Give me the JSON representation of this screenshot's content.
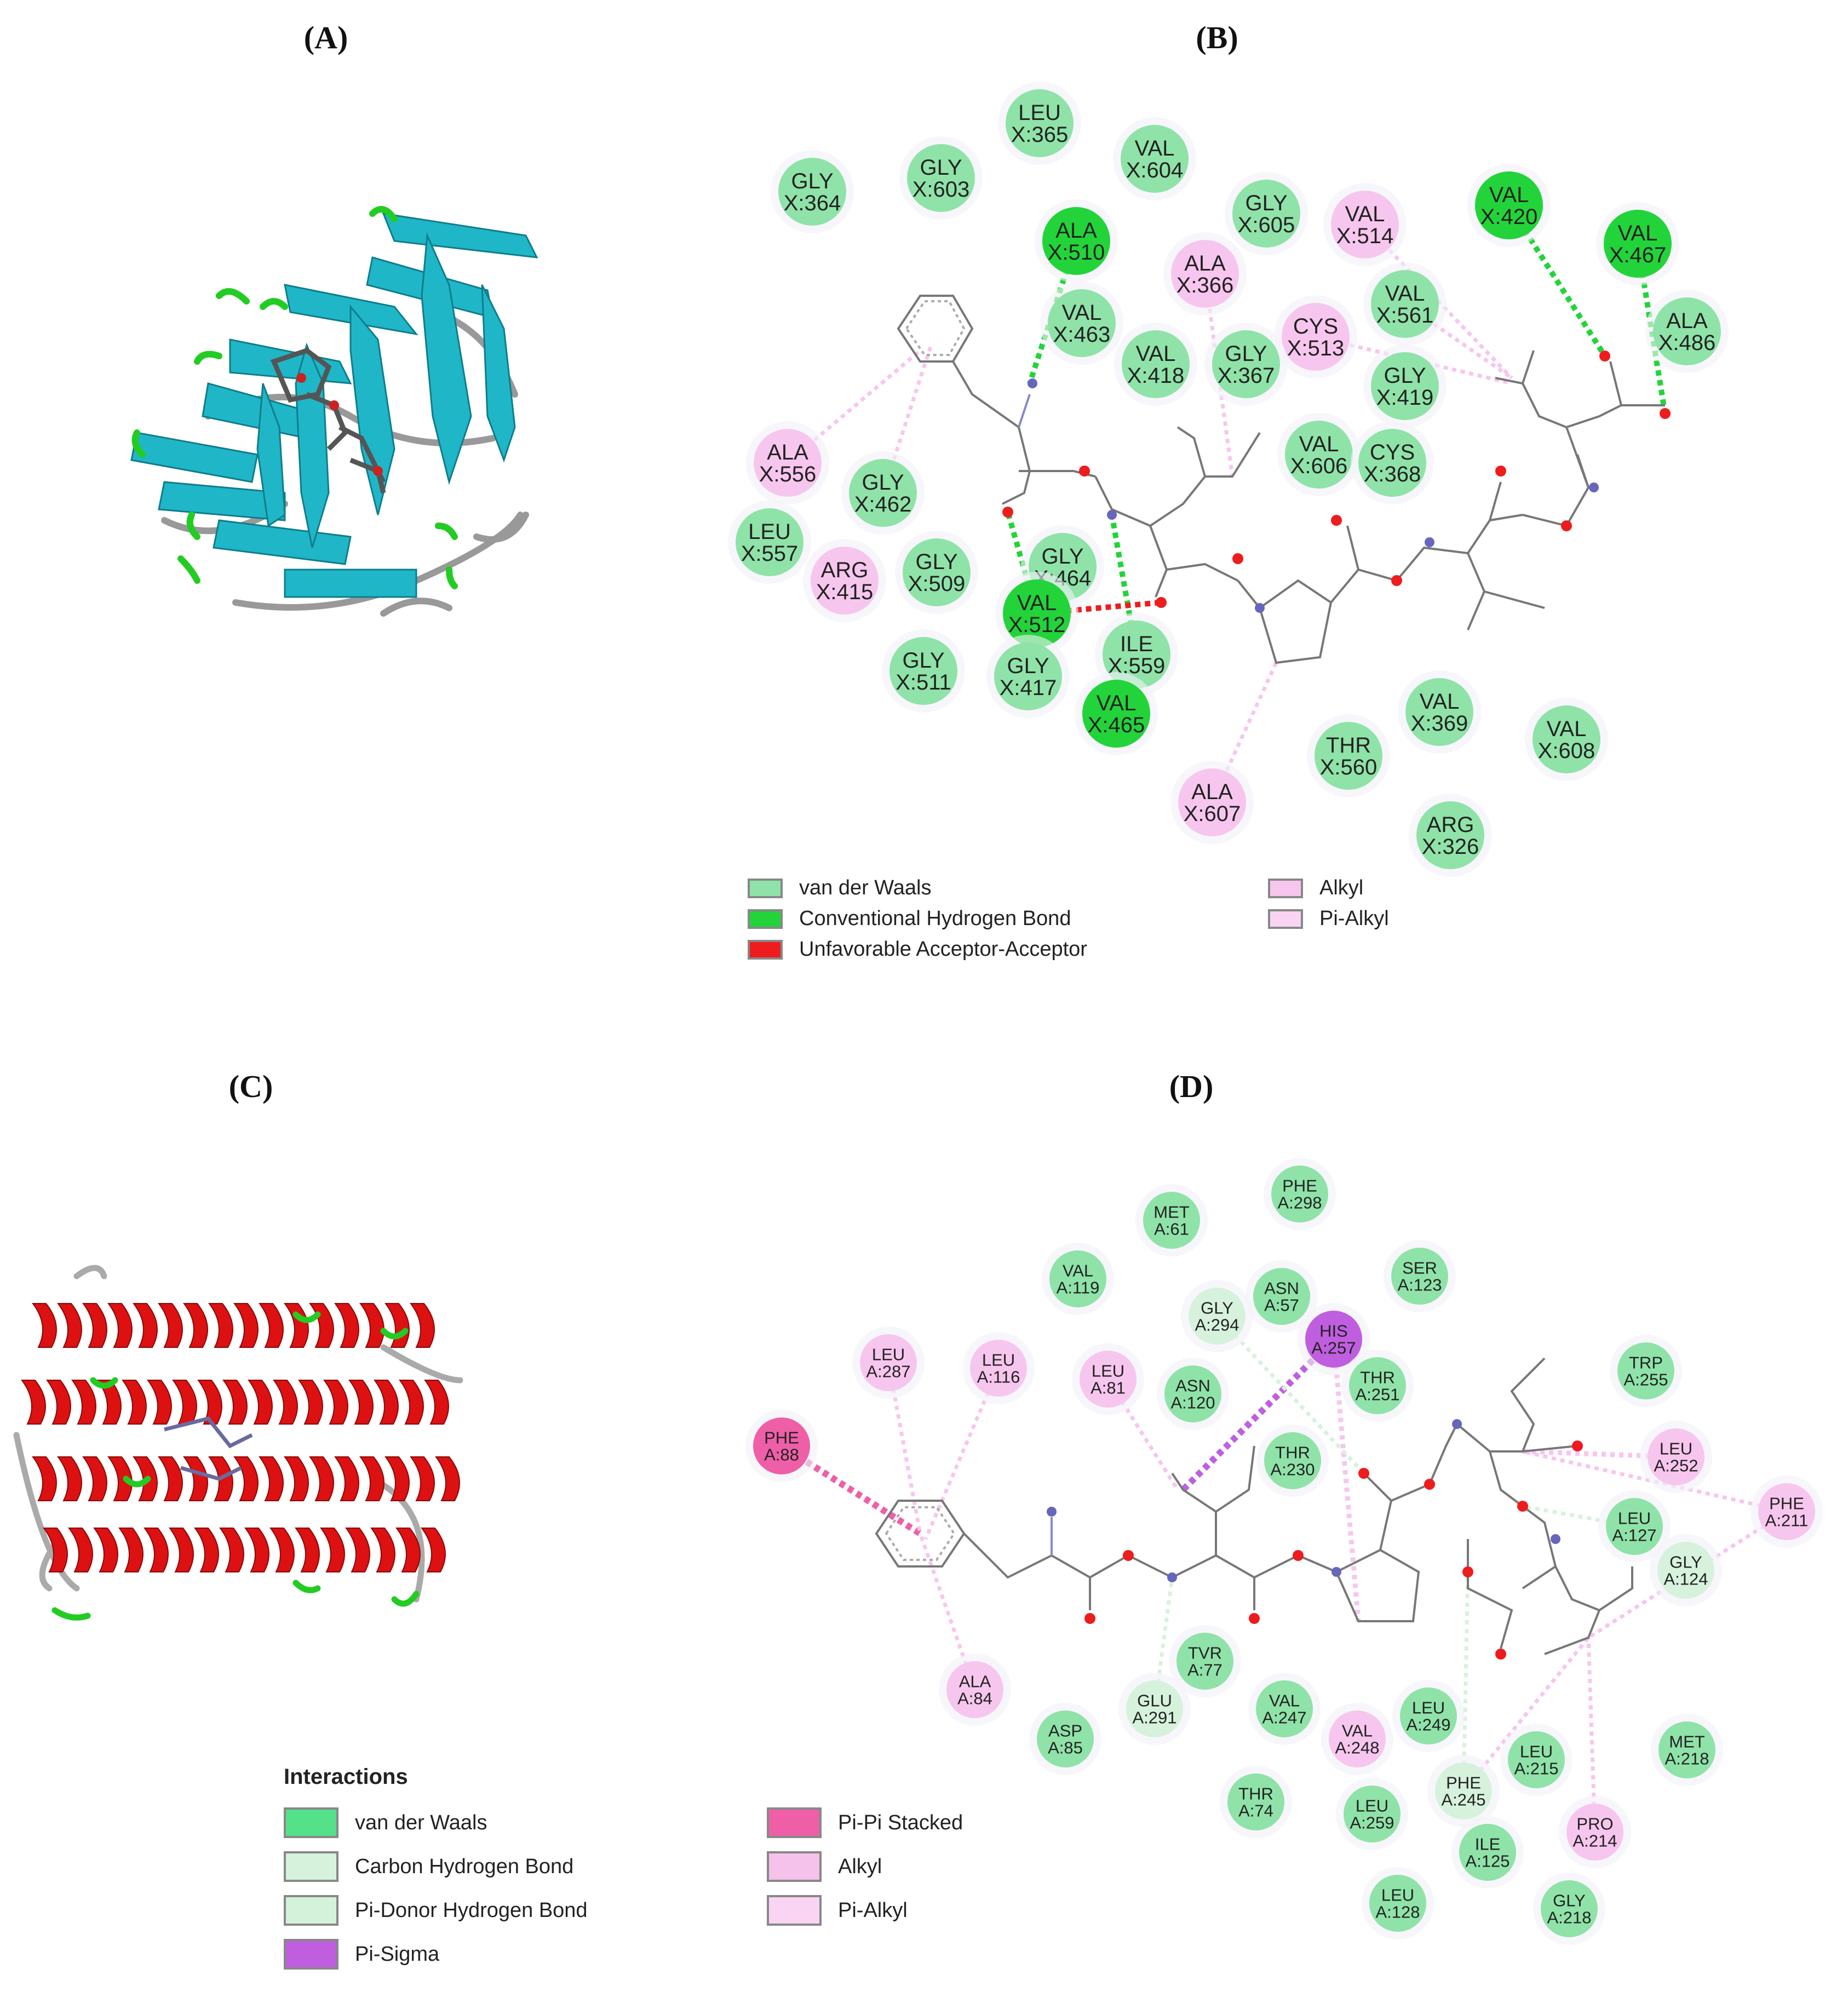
{
  "panels": {
    "a": {
      "label": "(A)"
    },
    "b": {
      "label": "(B)"
    },
    "c": {
      "label": "(C)"
    },
    "d": {
      "label": "(D)"
    }
  },
  "colors": {
    "vdw": "#8fe3a8",
    "hbond": "#22d43a",
    "unfavorable": "#ee1c1c",
    "alkyl": "#f7c6ee",
    "pi_alkyl": "#f9d4f3",
    "pi_pi": "#ee5fa8",
    "pi_sigma": "#c05ee0",
    "carbon_hbond": "#d7f2dc",
    "sheet": "#1fb6c8",
    "helix": "#dd1111",
    "turn": "#22cc22"
  },
  "diagram_b": {
    "residues": [
      {
        "name": "LEU",
        "id": "X:365",
        "type": "vdw"
      },
      {
        "name": "VAL",
        "id": "X:604",
        "type": "vdw"
      },
      {
        "name": "GLY",
        "id": "X:364",
        "type": "vdw"
      },
      {
        "name": "GLY",
        "id": "X:603",
        "type": "vdw"
      },
      {
        "name": "GLY",
        "id": "X:605",
        "type": "vdw"
      },
      {
        "name": "VAL",
        "id": "X:514",
        "type": "alkyl"
      },
      {
        "name": "VAL",
        "id": "X:420",
        "type": "hbond"
      },
      {
        "name": "VAL",
        "id": "X:467",
        "type": "hbond"
      },
      {
        "name": "ALA",
        "id": "X:510",
        "type": "hbond"
      },
      {
        "name": "ALA",
        "id": "X:366",
        "type": "alkyl"
      },
      {
        "name": "ALA",
        "id": "X:486",
        "type": "vdw"
      },
      {
        "name": "VAL",
        "id": "X:463",
        "type": "vdw"
      },
      {
        "name": "VAL",
        "id": "X:561",
        "type": "vdw"
      },
      {
        "name": "CYS",
        "id": "X:513",
        "type": "alkyl"
      },
      {
        "name": "VAL",
        "id": "X:418",
        "type": "vdw"
      },
      {
        "name": "GLY",
        "id": "X:367",
        "type": "vdw"
      },
      {
        "name": "GLY",
        "id": "X:419",
        "type": "vdw"
      },
      {
        "name": "ALA",
        "id": "X:556",
        "type": "alkyl"
      },
      {
        "name": "VAL",
        "id": "X:606",
        "type": "vdw"
      },
      {
        "name": "CYS",
        "id": "X:368",
        "type": "vdw"
      },
      {
        "name": "GLY",
        "id": "X:462",
        "type": "vdw"
      },
      {
        "name": "LEU",
        "id": "X:557",
        "type": "vdw"
      },
      {
        "name": "ARG",
        "id": "X:415",
        "type": "alkyl"
      },
      {
        "name": "GLY",
        "id": "X:509",
        "type": "vdw"
      },
      {
        "name": "GLY",
        "id": "X:464",
        "type": "vdw"
      },
      {
        "name": "VAL",
        "id": "X:512",
        "type": "hbond"
      },
      {
        "name": "ILE",
        "id": "X:559",
        "type": "vdw"
      },
      {
        "name": "GLY",
        "id": "X:511",
        "type": "vdw"
      },
      {
        "name": "GLY",
        "id": "X:417",
        "type": "vdw"
      },
      {
        "name": "VAL",
        "id": "X:465",
        "type": "hbond"
      },
      {
        "name": "VAL",
        "id": "X:369",
        "type": "vdw"
      },
      {
        "name": "VAL",
        "id": "X:608",
        "type": "vdw"
      },
      {
        "name": "THR",
        "id": "X:560",
        "type": "vdw"
      },
      {
        "name": "ALA",
        "id": "X:607",
        "type": "alkyl"
      },
      {
        "name": "ARG",
        "id": "X:326",
        "type": "vdw"
      }
    ],
    "legend": {
      "vdw": "van der Waals",
      "hbond": "Conventional Hydrogen Bond",
      "unfavorable": "Unfavorable Acceptor-Acceptor",
      "alkyl": "Alkyl",
      "pi_alkyl": "Pi-Alkyl"
    }
  },
  "diagram_d": {
    "residues": [
      {
        "name": "PHE",
        "id": "A:298",
        "type": "vdw"
      },
      {
        "name": "MET",
        "id": "A:61",
        "type": "vdw"
      },
      {
        "name": "SER",
        "id": "A:123",
        "type": "vdw"
      },
      {
        "name": "VAL",
        "id": "A:119",
        "type": "vdw"
      },
      {
        "name": "ASN",
        "id": "A:57",
        "type": "vdw"
      },
      {
        "name": "GLY",
        "id": "A:294",
        "type": "carbon_hbond"
      },
      {
        "name": "HIS",
        "id": "A:257",
        "type": "pi_sigma"
      },
      {
        "name": "LEU",
        "id": "A:287",
        "type": "alkyl"
      },
      {
        "name": "LEU",
        "id": "A:116",
        "type": "alkyl"
      },
      {
        "name": "LEU",
        "id": "A:81",
        "type": "alkyl"
      },
      {
        "name": "ASN",
        "id": "A:120",
        "type": "vdw"
      },
      {
        "name": "THR",
        "id": "A:251",
        "type": "vdw"
      },
      {
        "name": "TRP",
        "id": "A:255",
        "type": "vdw"
      },
      {
        "name": "PHE",
        "id": "A:88",
        "type": "pi_pi"
      },
      {
        "name": "THR",
        "id": "A:230",
        "type": "vdw"
      },
      {
        "name": "LEU",
        "id": "A:252",
        "type": "alkyl"
      },
      {
        "name": "PHE",
        "id": "A:211",
        "type": "alkyl"
      },
      {
        "name": "LEU",
        "id": "A:127",
        "type": "vdw"
      },
      {
        "name": "GLY",
        "id": "A:124",
        "type": "carbon_hbond"
      },
      {
        "name": "TVR",
        "id": "A:77",
        "type": "vdw"
      },
      {
        "name": "ALA",
        "id": "A:84",
        "type": "alkyl"
      },
      {
        "name": "GLU",
        "id": "A:291",
        "type": "carbon_hbond"
      },
      {
        "name": "VAL",
        "id": "A:247",
        "type": "vdw"
      },
      {
        "name": "ASP",
        "id": "A:85",
        "type": "vdw"
      },
      {
        "name": "LEU",
        "id": "A:249",
        "type": "vdw"
      },
      {
        "name": "VAL",
        "id": "A:248",
        "type": "alkyl"
      },
      {
        "name": "MET",
        "id": "A:218",
        "type": "vdw"
      },
      {
        "name": "LEU",
        "id": "A:215",
        "type": "vdw"
      },
      {
        "name": "PHE",
        "id": "A:245",
        "type": "carbon_hbond"
      },
      {
        "name": "THR",
        "id": "A:74",
        "type": "vdw"
      },
      {
        "name": "LEU",
        "id": "A:259",
        "type": "vdw"
      },
      {
        "name": "PRO",
        "id": "A:214",
        "type": "alkyl"
      },
      {
        "name": "ILE",
        "id": "A:125",
        "type": "vdw"
      },
      {
        "name": "LEU",
        "id": "A:128",
        "type": "vdw"
      },
      {
        "name": "GLY",
        "id": "A:218",
        "type": "vdw"
      }
    ],
    "legend": {
      "title": "Interactions",
      "vdw": "van der Waals",
      "carbon_hbond": "Carbon Hydrogen Bond",
      "pi_donor": "Pi-Donor Hydrogen Bond",
      "pi_sigma": "Pi-Sigma",
      "pi_pi": "Pi-Pi Stacked",
      "alkyl": "Alkyl",
      "pi_alkyl": "Pi-Alkyl"
    }
  }
}
